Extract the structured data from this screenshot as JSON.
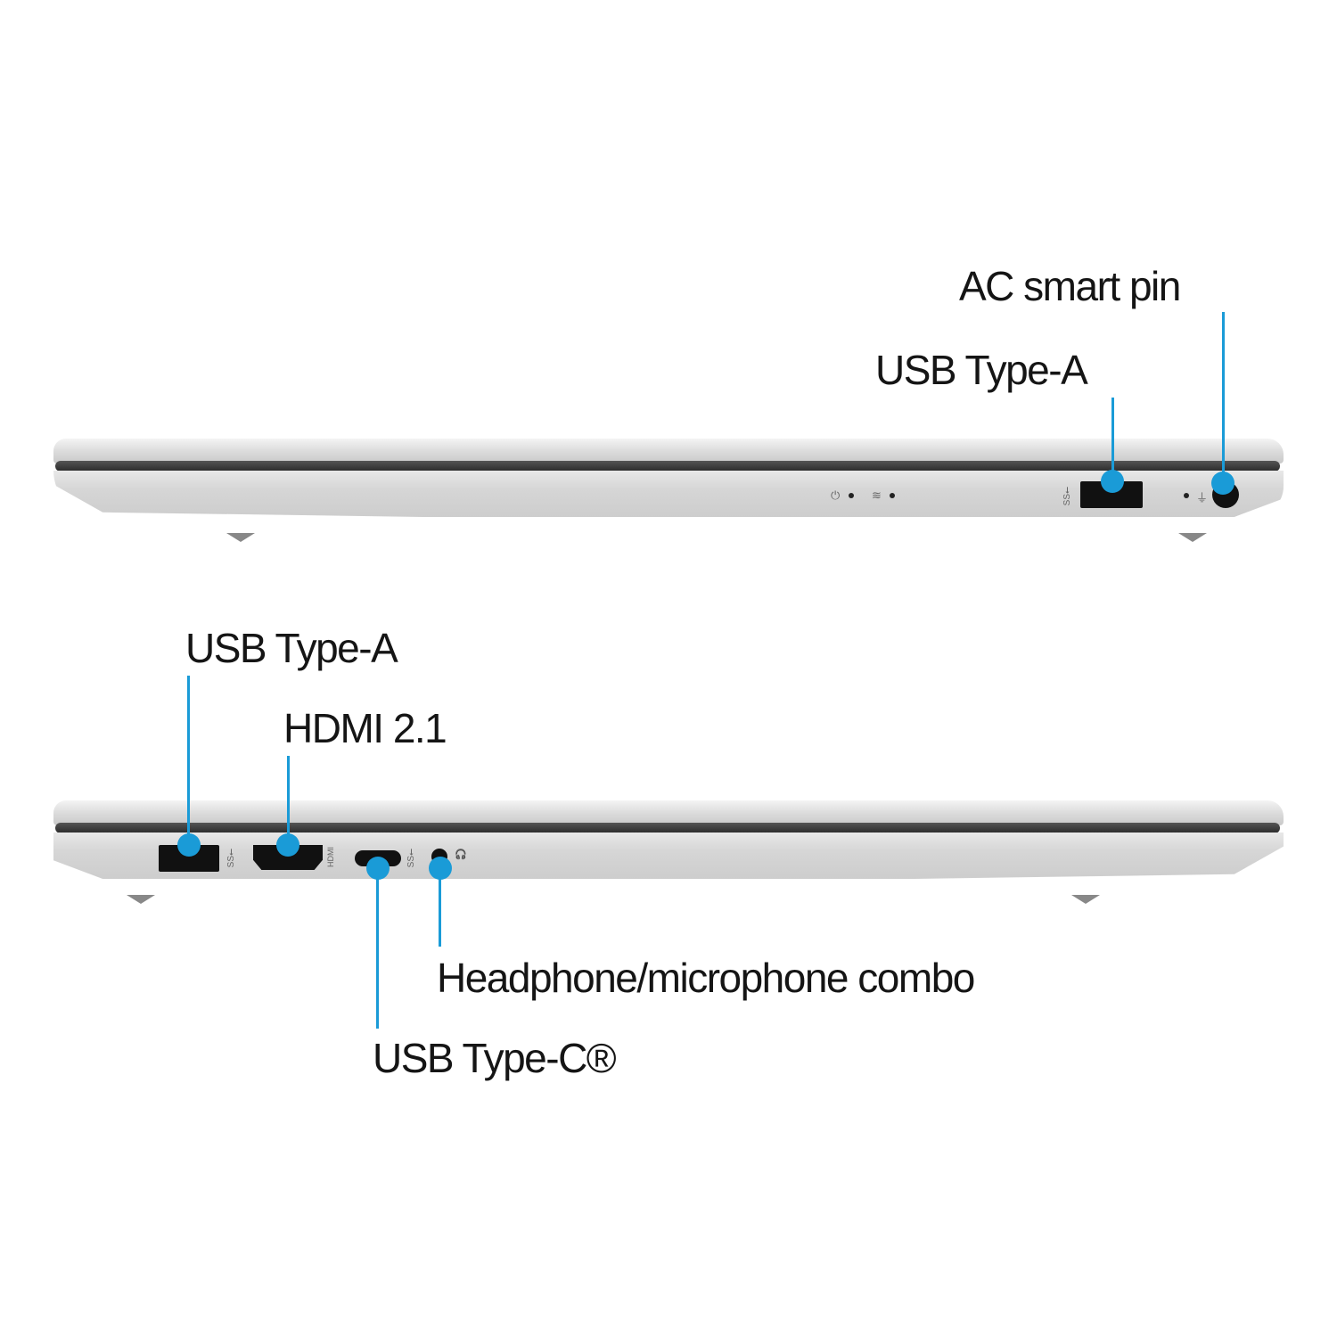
{
  "right_side": {
    "labels": {
      "ac_smart_pin": "AC smart pin",
      "usb_type_a": "USB Type-A"
    },
    "indicators": {
      "power_icon": "⏻",
      "drive_icon": "≋",
      "plug_icon": "⏚",
      "usb_ss_icon": "SS⭠"
    }
  },
  "left_side": {
    "labels": {
      "usb_type_a": "USB Type-A",
      "hdmi": "HDMI 2.1",
      "headphone_combo": "Headphone/microphone combo",
      "usb_type_c": "USB Type-C®"
    },
    "indicators": {
      "usb_ss_icon": "SS⭠",
      "hdmi_icon": "HDMI",
      "headphone_icon": "🎧"
    }
  },
  "colors": {
    "callout": "#1a9bd7",
    "text": "#151515",
    "chassis": "#d8d8d8",
    "port": "#111111"
  }
}
